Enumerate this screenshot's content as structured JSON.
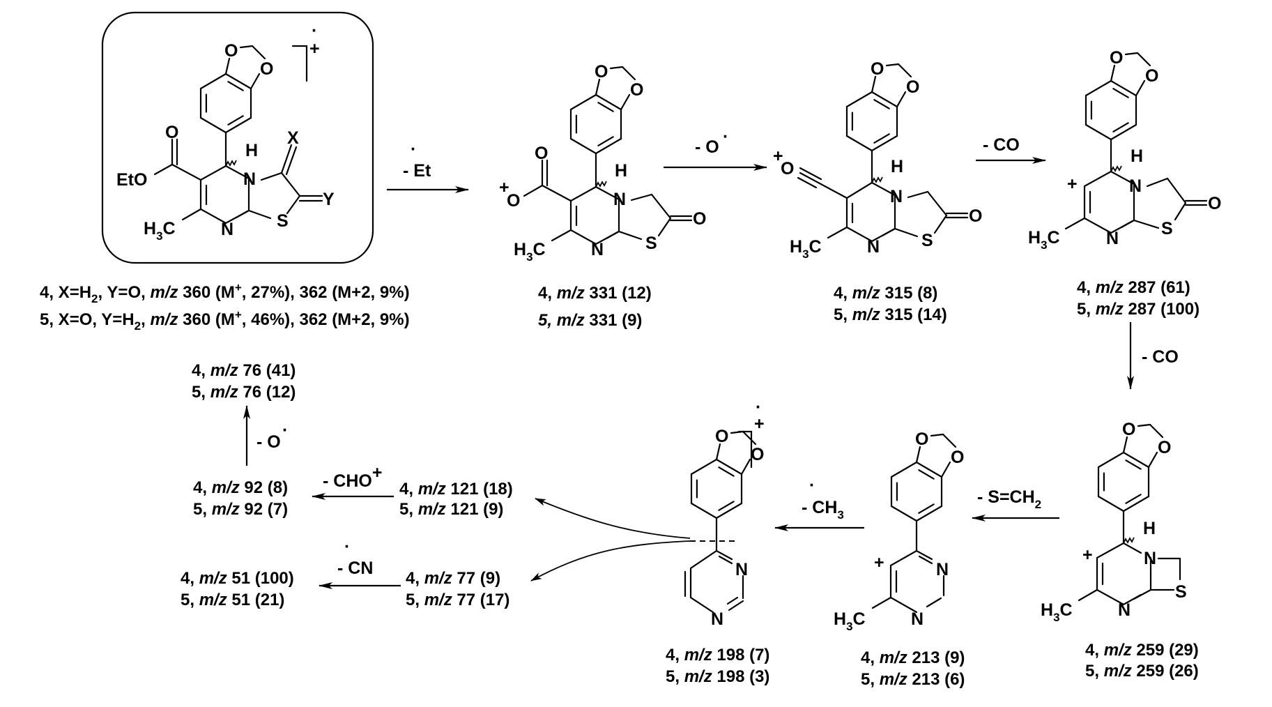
{
  "title": "EI-MS fragmentation pathway of compounds 4 and 5",
  "colors": {
    "ink": "#000000",
    "background": "#ffffff"
  },
  "atoms": {
    "O": "O",
    "N": "N",
    "S": "S",
    "H": "H",
    "X": "X",
    "Y": "Y",
    "EtO": "EtO",
    "H3C_main": "H",
    "H3C_sub": "3",
    "H3C_tail": "C",
    "plus": "+",
    "radical_dot": "·"
  },
  "parent": {
    "charge_label": "+",
    "radical_dot": "·",
    "captions": [
      {
        "prefix": "4, X=H",
        "sub": "2",
        "mid": ", Y=O,  ",
        "mz": "m/z",
        "rest": " 360 (M",
        "sup": "+",
        "tail": ", 27%), 362 (M+2, 9%)"
      },
      {
        "prefix": "5, X=O,  Y=H",
        "sub": "2",
        "mid": ", ",
        "mz": "m/z",
        "rest": " 360 (M",
        "sup": "+",
        "tail": ", 46%), 362 (M+2, 9%)"
      }
    ]
  },
  "steps": [
    {
      "id": "loss-et",
      "label": "- Et",
      "dot": "·"
    },
    {
      "id": "loss-o-1",
      "label": "- O",
      "dot": "·"
    },
    {
      "id": "loss-co-1",
      "label": "- CO"
    },
    {
      "id": "loss-co-2",
      "label": "- CO"
    },
    {
      "id": "loss-s-ch2",
      "label": "- S=CH",
      "sub": "2"
    },
    {
      "id": "loss-ch3",
      "label": "- CH",
      "sub": "3",
      "dot": "·"
    },
    {
      "id": "loss-cho",
      "label": "- CHO",
      "sup": "+"
    },
    {
      "id": "loss-o-2",
      "label": "- O",
      "dot": "·"
    },
    {
      "id": "loss-cn",
      "label": "- CN",
      "dot": "·"
    }
  ],
  "fragments": {
    "f331": {
      "lines": [
        {
          "cmp": "4, ",
          "mz": "m/z",
          "val": " 331 (12)"
        },
        {
          "cmp": "5,  ",
          "mz": "m/z",
          "val": " 331 (9)"
        }
      ]
    },
    "f315": {
      "lines": [
        {
          "cmp": "4, ",
          "mz": "m/z",
          "val": " 315 (8)"
        },
        {
          "cmp": "5, ",
          "mz": "m/z",
          "val": " 315 (14)"
        }
      ]
    },
    "f287": {
      "lines": [
        {
          "cmp": "4, ",
          "mz": "m/z",
          "val": " 287 (61)"
        },
        {
          "cmp": "5, ",
          "mz": "m/z",
          "val": " 287 (100)"
        }
      ]
    },
    "f259": {
      "lines": [
        {
          "cmp": "4, ",
          "mz": "m/z",
          "val": " 259 (29)"
        },
        {
          "cmp": "5, ",
          "mz": "m/z",
          "val": " 259 (26)"
        }
      ]
    },
    "f213": {
      "lines": [
        {
          "cmp": "4, ",
          "mz": "m/z",
          "val": " 213 (9)"
        },
        {
          "cmp": "5, ",
          "mz": "m/z",
          "val": " 213 (6)"
        }
      ]
    },
    "f198": {
      "lines": [
        {
          "cmp": "4, ",
          "mz": "m/z",
          "val": " 198 (7)"
        },
        {
          "cmp": "5, ",
          "mz": "m/z",
          "val": " 198 (3)"
        }
      ]
    },
    "f121": {
      "lines": [
        {
          "cmp": "4, ",
          "mz": "m/z",
          "val": " 121 (18)"
        },
        {
          "cmp": "5, ",
          "mz": "m/z",
          "val": " 121 (9)"
        }
      ]
    },
    "f92": {
      "lines": [
        {
          "cmp": "4, ",
          "mz": "m/z",
          "val": " 92 (8)"
        },
        {
          "cmp": "5, ",
          "mz": "m/z",
          "val": " 92 (7)"
        }
      ]
    },
    "f76": {
      "lines": [
        {
          "cmp": "4, ",
          "mz": "m/z",
          "val": " 76 (41)"
        },
        {
          "cmp": "5, ",
          "mz": "m/z",
          "val": " 76 (12)"
        }
      ]
    },
    "f77": {
      "lines": [
        {
          "cmp": "4, ",
          "mz": "m/z",
          "val": " 77 (9)"
        },
        {
          "cmp": "5, ",
          "mz": "m/z",
          "val": " 77 (17)"
        }
      ]
    },
    "f51": {
      "lines": [
        {
          "cmp": "4, ",
          "mz": "m/z",
          "val": " 51 (100)"
        },
        {
          "cmp": "5, ",
          "mz": "m/z",
          "val": " 51 (21)"
        }
      ]
    }
  }
}
